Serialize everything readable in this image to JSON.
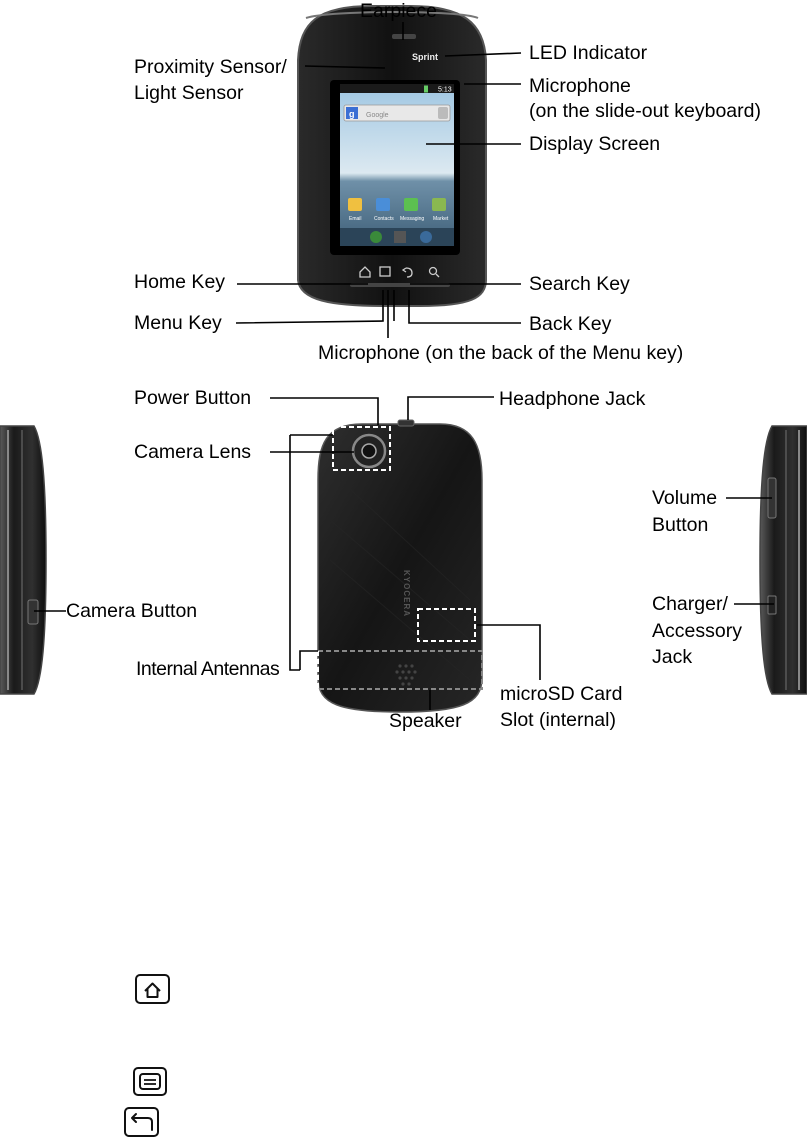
{
  "labels": {
    "earpiece": "Earpiece",
    "proximity_sensor": "Proximity Sensor/",
    "light_sensor": "Light Sensor",
    "led_indicator": "LED Indicator",
    "microphone_slide": "Microphone",
    "microphone_slide_note": "(on the slide-out keyboard)",
    "display_screen": "Display Screen",
    "home_key": "Home Key",
    "search_key": "Search Key",
    "menu_key": "Menu Key",
    "back_key": "Back Key",
    "microphone_back": "Microphone (on the back of the Menu key)",
    "power_button": "Power Button",
    "headphone_jack": "Headphone Jack",
    "camera_lens": "Camera Lens",
    "volume": "Volume",
    "volume_button": "Button",
    "camera_button": "Camera Button",
    "charger": "Charger/",
    "accessory": "Accessory",
    "jack": "Jack",
    "internal_antennas": "Internal Antennas",
    "microsd_card": "microSD Card",
    "microsd_slot": "Slot (internal)",
    "speaker": "Speaker"
  },
  "phone_screen": {
    "carrier_logo": "Sprint",
    "status_time": "5:13",
    "search_bar_text": "Google",
    "apps": [
      "Email",
      "Contacts",
      "Messaging",
      "Market"
    ]
  },
  "back_logo": "KYOCERA",
  "key_icons": [
    "home-icon",
    "menu-icon",
    "back-icon"
  ]
}
